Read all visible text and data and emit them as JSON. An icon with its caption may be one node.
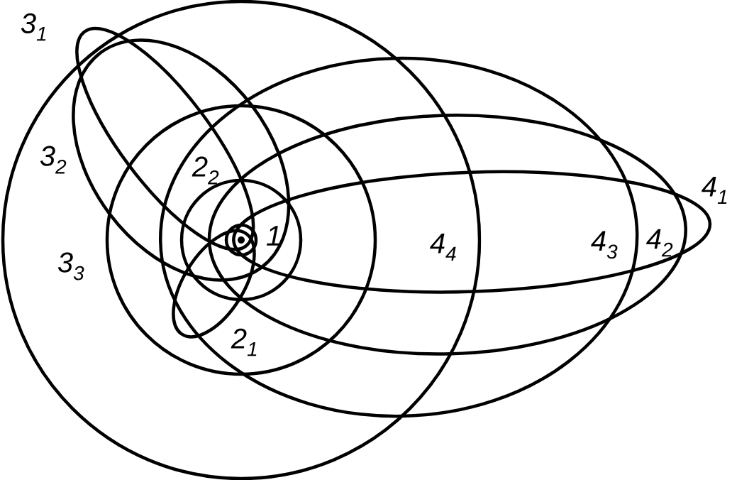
{
  "diagram": {
    "labels": [
      "3$_{1}$",
      "3$_{2}$",
      "2$_{2}$",
      "4$_{1}$",
      "1",
      "4$_{4}$",
      "4$_{3}$",
      "4$_{2}$",
      "3$_{3}$",
      "2$_{1}$"
    ]
  }
}
